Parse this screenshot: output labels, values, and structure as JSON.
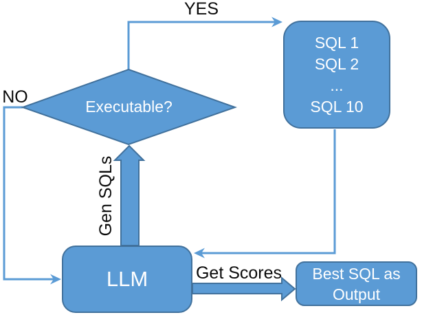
{
  "labels": {
    "yes": "YES",
    "no": "NO",
    "gen_sqls": "Gen SQLs",
    "get_scores": "Get Scores"
  },
  "nodes": {
    "executable": {
      "label": "Executable?"
    },
    "sql_list": {
      "lines": [
        "SQL 1",
        "SQL 2",
        "...",
        "SQL 10"
      ]
    },
    "llm": {
      "label": "LLM"
    },
    "best_sql": {
      "lines": [
        "Best SQL as",
        "Output"
      ]
    }
  },
  "colors": {
    "shape_fill": "#5B9BD5",
    "shape_border": "#41719C",
    "connector": "#5B9BD5",
    "shape_text": "#FFFFFF",
    "label_text": "#0A0A0A",
    "background": "#FFFFFF"
  }
}
